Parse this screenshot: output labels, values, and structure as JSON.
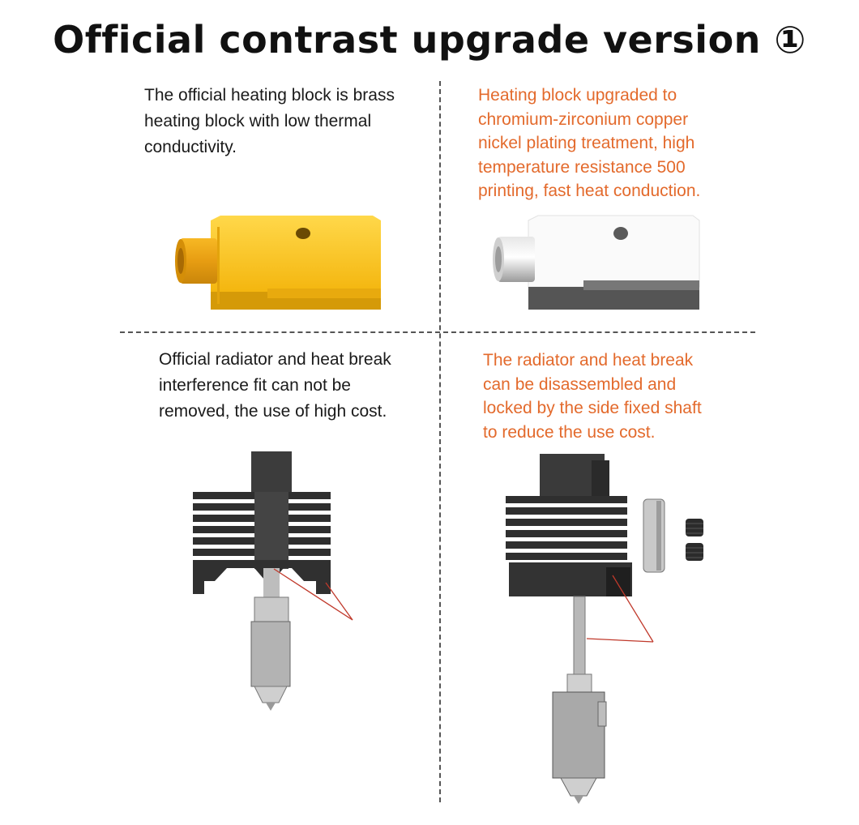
{
  "title": "Official contrast upgrade version ①",
  "panels": {
    "top_left": "The official heating block is brass\nheating block with low thermal\nconductivity.",
    "top_right": "Heating block upgraded to\nchromium-zirconium copper\nnickel plating treatment, high\ntemperature resistance 500\nprinting, fast heat conduction.",
    "bottom_left": "Official radiator and heat break\ninterference fit can not be\nremoved, the use of high cost.",
    "bottom_right": "The radiator and heat break\ncan be disassembled and\nlocked by the side fixed shaft\nto reduce the use cost."
  },
  "colors": {
    "accent_text": "#e36a2c",
    "brass": "#f2b511",
    "nickel": "#f2f2f2",
    "heatsink": "#3a3a3a",
    "arrow": "#c0392b"
  },
  "icons": [
    "brass-heating-block-icon",
    "nickel-heating-block-icon",
    "official-hotend-icon",
    "upgraded-hotend-icon"
  ]
}
